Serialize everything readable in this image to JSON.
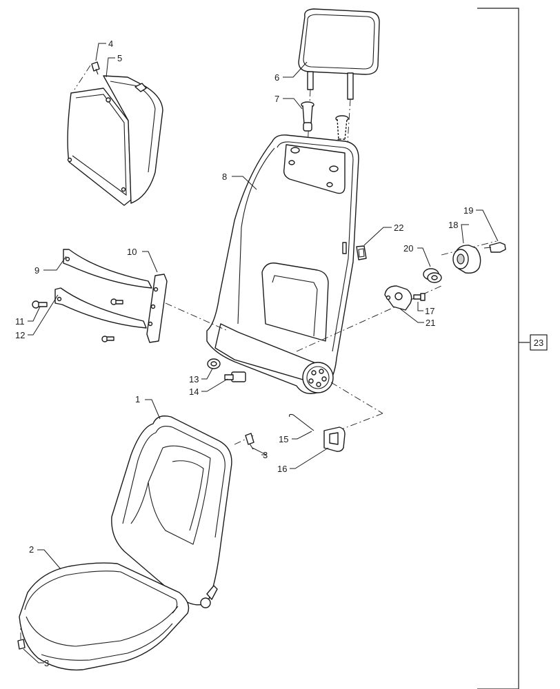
{
  "diagram": {
    "assembly_label": "23",
    "callouts": {
      "c1": "1",
      "c2": "2",
      "c3a": "3",
      "c3b": "3",
      "c4": "4",
      "c5": "5",
      "c6": "6",
      "c7": "7",
      "c8": "8",
      "c9": "9",
      "c10": "10",
      "c11": "11",
      "c12": "12",
      "c13": "13",
      "c14": "14",
      "c15": "15",
      "c16": "16",
      "c17": "17",
      "c18": "18",
      "c19": "19",
      "c20": "20",
      "c21": "21",
      "c22": "22"
    }
  }
}
